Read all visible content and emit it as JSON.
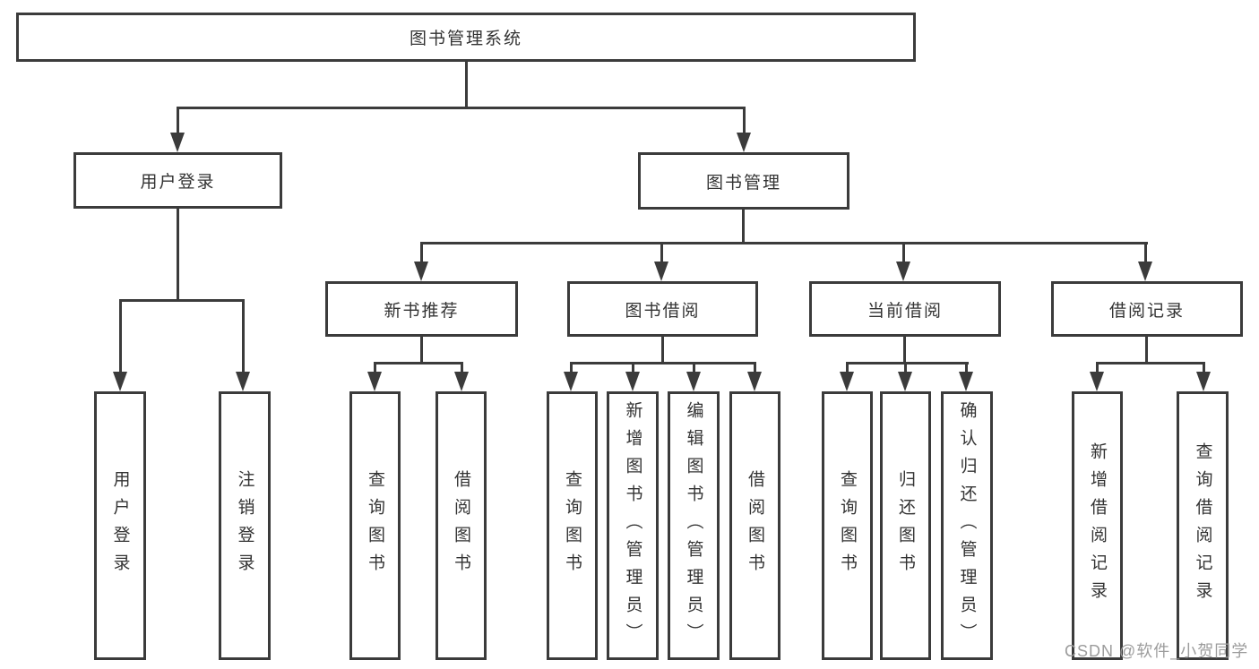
{
  "diagram": {
    "title": "图书管理系统",
    "nodes": {
      "root": "图书管理系统",
      "user_login": "用户登录",
      "book_mgmt": "图书管理",
      "ul_login": "用户登录",
      "ul_logout": "注销登录",
      "new_book": "新书推荐",
      "borrow": "图书借阅",
      "current": "当前借阅",
      "records": "借阅记录",
      "nb_query": "查询图书",
      "nb_borrow": "借阅图书",
      "bw_query": "查询图书",
      "bw_add": "新增图书（管理员）",
      "bw_edit": "编辑图书（管理员）",
      "bw_borrow": "借阅图书",
      "cu_query": "查询图书",
      "cu_return": "归还图书",
      "cu_confirm": "确认归还（管理员）",
      "rc_add": "新增借阅记录",
      "rc_query": "查询借阅记录"
    }
  },
  "watermark": {
    "text": "CSDN @软件_小贺同学"
  },
  "colors": {
    "line": "#3b3b3b",
    "text": "#333333",
    "background": "#ffffff",
    "watermark": "#9c9c9c"
  }
}
